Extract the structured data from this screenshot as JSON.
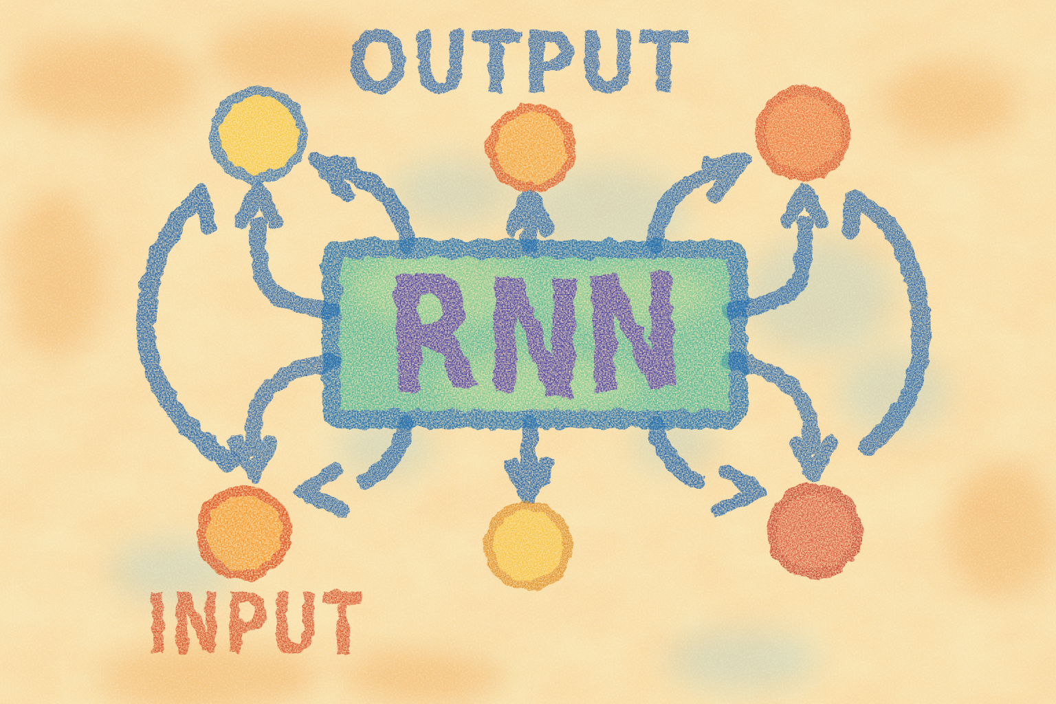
{
  "labels": {
    "output": {
      "text": "OUTPUT",
      "color": "#2B66AD"
    },
    "input": {
      "text": "INPUT",
      "color": "#D8502A"
    }
  },
  "box": {
    "label": "RNN",
    "label_color": "#4A43A5",
    "fill": "#4FB795",
    "fill_light": "#A8DB8F",
    "border": "#1E6DAF"
  },
  "colors": {
    "paper": "#F8E4B2",
    "texture_orange": "#F0A452",
    "texture_blue": "#AFCBC4",
    "arrow": "#2766AC"
  },
  "nodes": [
    {
      "name": "output-node-left",
      "row": "output",
      "fill": "#F7C83E",
      "stroke": "#2E6EAF"
    },
    {
      "name": "output-node-middle",
      "row": "output",
      "fill": "#F4A238",
      "stroke": "#E05A22"
    },
    {
      "name": "output-node-right",
      "row": "output",
      "fill": "#EC7136",
      "stroke": "#DC4F24"
    },
    {
      "name": "input-node-left",
      "row": "input",
      "fill": "#F49A2E",
      "stroke": "#DD501F"
    },
    {
      "name": "input-node-middle",
      "row": "input",
      "fill": "#F6C33C",
      "stroke": "#DF8E22"
    },
    {
      "name": "input-node-right",
      "row": "input",
      "fill": "#D9573B",
      "stroke": "#C83E2B"
    }
  ],
  "arrows": [
    {
      "name": "box-to-output-left",
      "direction": "up"
    },
    {
      "name": "box-to-output-middle",
      "direction": "up"
    },
    {
      "name": "box-to-output-right",
      "direction": "up"
    },
    {
      "name": "box-corner-up-left",
      "direction": "up-left"
    },
    {
      "name": "box-corner-up-right",
      "direction": "up-right"
    },
    {
      "name": "box-to-input-left",
      "direction": "down"
    },
    {
      "name": "box-to-input-middle",
      "direction": "down"
    },
    {
      "name": "box-to-input-right",
      "direction": "down"
    },
    {
      "name": "box-corner-down-left",
      "direction": "down-left"
    },
    {
      "name": "box-corner-down-right",
      "direction": "down-right"
    },
    {
      "name": "left-recurrent-arc",
      "direction": "input-to-output-up"
    },
    {
      "name": "right-recurrent-arc",
      "direction": "input-to-output-up"
    }
  ]
}
